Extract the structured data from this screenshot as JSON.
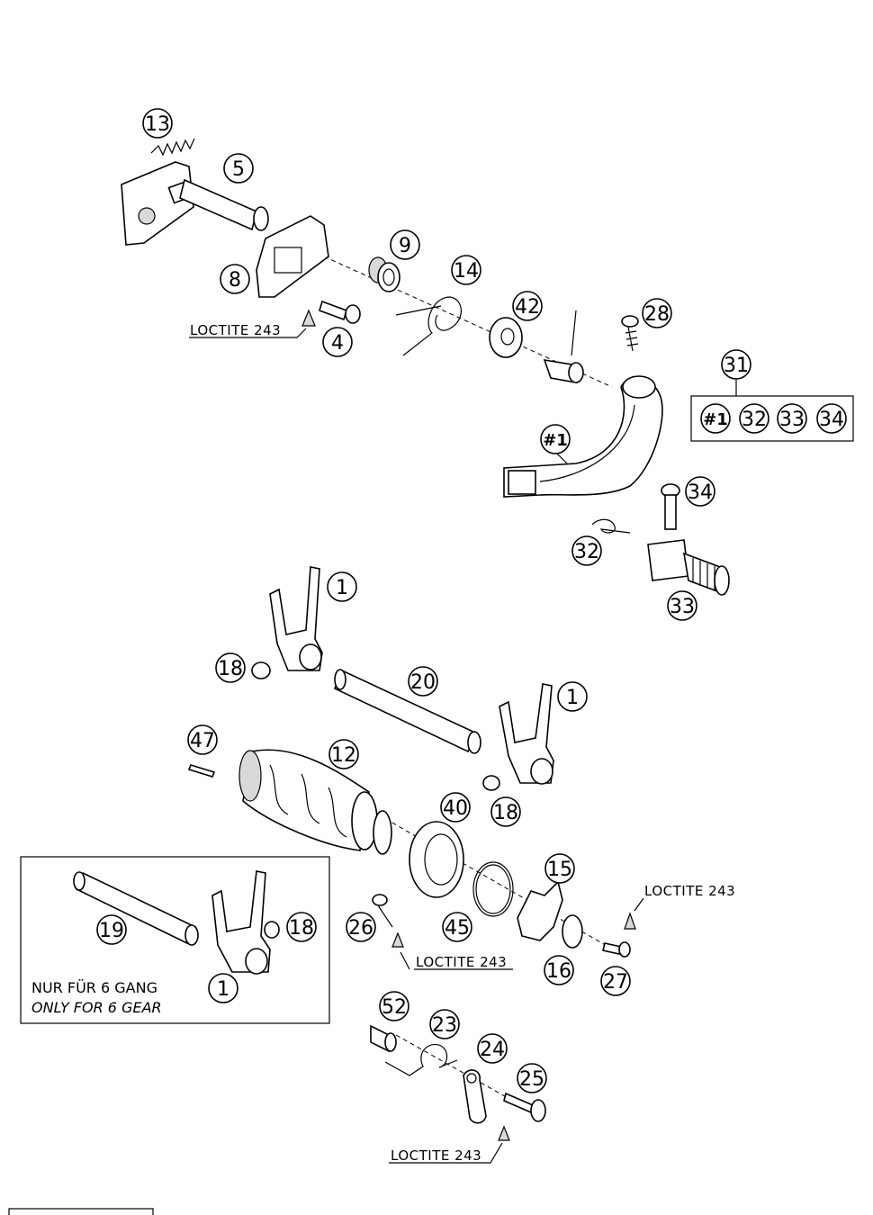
{
  "callouts": {
    "c13": "13",
    "c5": "5",
    "c9": "9",
    "c8": "8",
    "c14": "14",
    "c42": "42",
    "c28": "28",
    "c4": "4",
    "c31": "31",
    "c1_kit": "#1",
    "c32_kit": "32",
    "c33_kit": "33",
    "c34_kit": "34",
    "c1_lever": "#1",
    "c34": "34",
    "c32": "32",
    "c33": "33",
    "c1a": "1",
    "c18a": "18",
    "c20": "20",
    "c1b": "1",
    "c47": "47",
    "c12": "12",
    "c40": "40",
    "c18b": "18",
    "c15": "15",
    "c19": "19",
    "c18c": "18",
    "c26": "26",
    "c45": "45",
    "c16": "16",
    "c27": "27",
    "c1c": "1",
    "c52": "52",
    "c23": "23",
    "c24": "24",
    "c25": "25"
  },
  "loctite": {
    "top": "LOCTITE 243",
    "right": "LOCTITE 243",
    "middle": "LOCTITE 243",
    "bottom": "LOCTITE 243"
  },
  "inset": {
    "line1": "NUR FÜR 6 GANG",
    "line2": "ONLY FOR 6 GEAR"
  },
  "colors": {
    "ink": "#000000",
    "background": "#ffffff",
    "shade": "#d9d9d9"
  }
}
